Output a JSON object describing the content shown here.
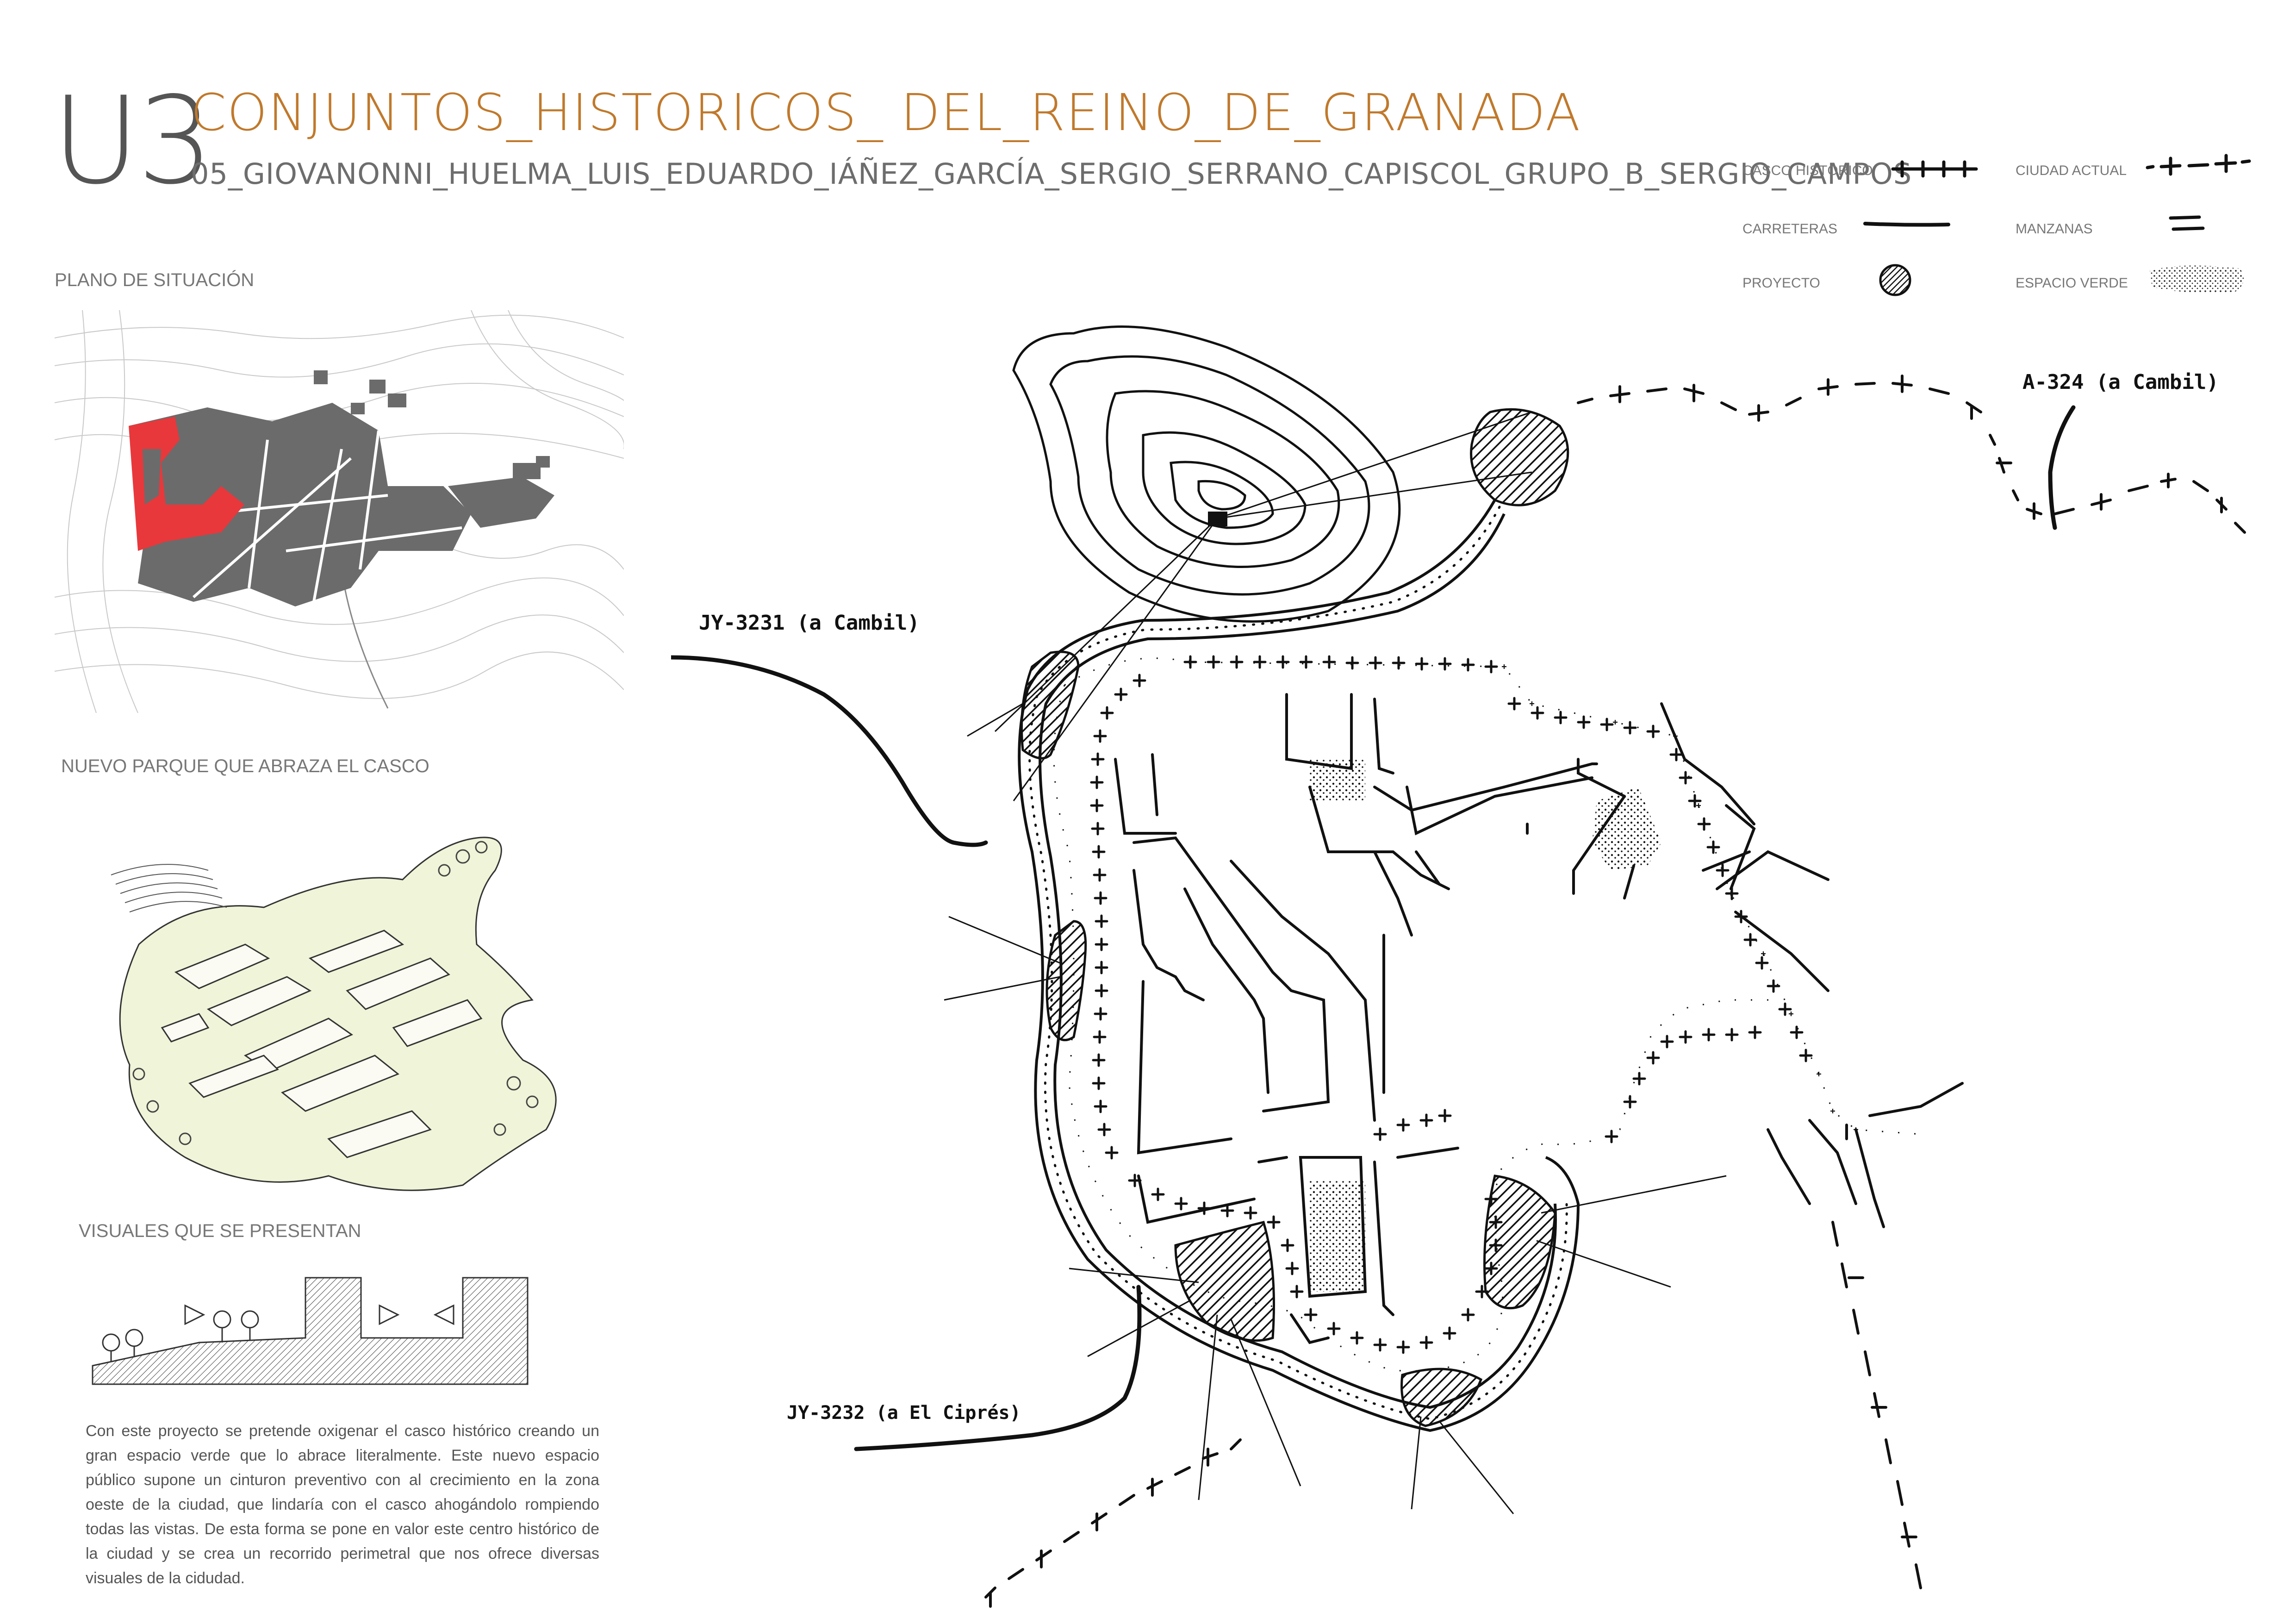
{
  "header": {
    "unit": "U3",
    "title": "CONJUNTOS_HISTORICOS_ DEL_REINO_DE_GRANADA",
    "authors": "05_GIOVANONNI_HUELMA_LUIS_EDUARDO_IÁÑEZ_GARCÍA_SERGIO_SERRANO_CAPISCOL_GRUPO_B_SERGIO_CAMPOS"
  },
  "legend": {
    "casco_historico": "CASCO HISTÓRICO",
    "ciudad_actual": "CIUDAD ACTUAL",
    "carreteras": "CARRETERAS",
    "manzanas": "MANZANAS",
    "proyecto": "PROYECTO",
    "espacio_verde": "ESPACIO VERDE"
  },
  "left": {
    "plano_title": "PLANO DE SITUACIÓN",
    "parque_title": "NUEVO PARQUE QUE ABRAZA EL CASCO",
    "visuales_title": "VISUALES QUE SE PRESENTAN",
    "description": "Con este proyecto se pretende oxigenar el casco histórico creando un gran espacio verde que lo abrace literalmente. Este nuevo espacio público supone un cinturon preventivo con al crecimiento en la zona oeste de la ciudad, que lindaría con el casco ahogándolo rompiendo todas las vistas. De esta forma se pone en valor este centro histórico de la ciudad y se crea un recorrido perimetral que nos ofrece diversas visuales de la cidudad."
  },
  "map": {
    "road_a324": "A-324 (a Cambil)",
    "road_jy3231": "JY-3231 (a Cambil)",
    "road_jy3232": "JY-3232 (a El Ciprés)"
  },
  "colors": {
    "title": "#c0792c",
    "highlight": "#e8383b",
    "blocks": "#6b6b6b",
    "ink": "#111111"
  }
}
